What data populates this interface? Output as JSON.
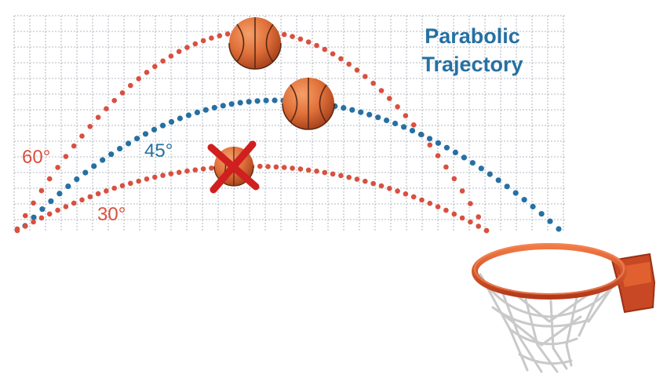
{
  "title": {
    "line1": "Parabolic",
    "line2": "Trajectory"
  },
  "trajectories": [
    {
      "label": "60°",
      "color": "#d9503f"
    },
    {
      "label": "45°",
      "color": "#2670a3"
    },
    {
      "label": "30°",
      "color": "#d9503f"
    }
  ],
  "colors": {
    "grid": "#9aa4b0",
    "title": "#2670a3",
    "ball": "#e0703a",
    "ball_seams": "#5a2a14",
    "miss_mark": "#d01f1f",
    "rim": "#e0552c",
    "net": "#c9c9c9"
  },
  "icons": [
    "basketball-icon",
    "miss-x-icon",
    "basketball-hoop-icon"
  ]
}
